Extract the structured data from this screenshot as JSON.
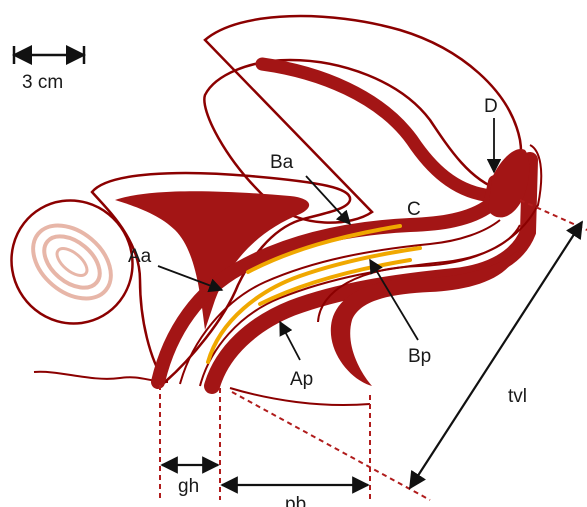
{
  "scale": {
    "label": "3 cm"
  },
  "points": {
    "Aa": "Aa",
    "Ba": "Ba",
    "C": "C",
    "D": "D",
    "Ap": "Ap",
    "Bp": "Bp"
  },
  "measures": {
    "gh": "gh",
    "pb": "pb",
    "tvl": "tvl"
  },
  "colors": {
    "tissue": "#a31515",
    "outline": "#8b0000",
    "vaginal_line": "#f0a800",
    "bladder_ring": "#e7b6a8",
    "guide": "#b01c1c"
  }
}
